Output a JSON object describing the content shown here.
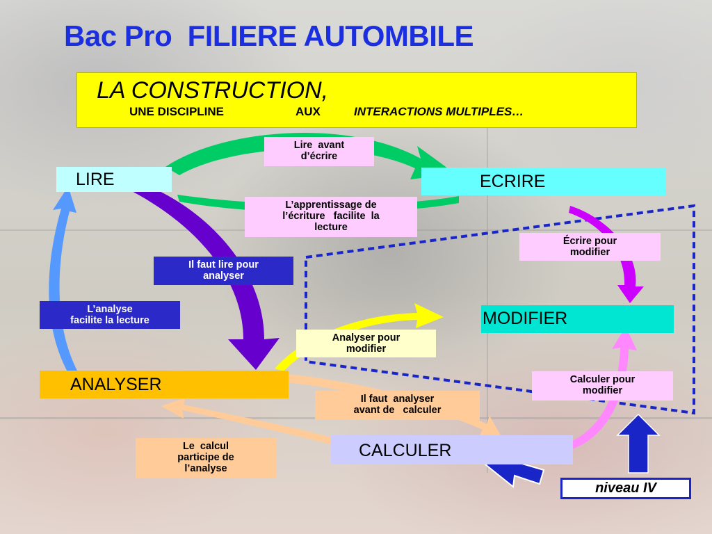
{
  "title": "Bac Pro  FILIERE AUTOMBILE",
  "banner": {
    "main": "LA CONSTRUCTION,",
    "sub1": "UNE DISCIPLINE",
    "sub2": "AUX",
    "sub3": "INTERACTIONS MULTIPLES…"
  },
  "nodes": {
    "lire": "LIRE",
    "ecrire": "ECRIRE",
    "modifier": "MODIFIER",
    "analyser": "ANALYSER",
    "calculer": "CALCULER"
  },
  "labels": {
    "lire_avant_ecrire": [
      "Lire  avant",
      "d’écrire"
    ],
    "apprentissage": [
      "L’apprentissage de",
      "l’écriture   facilite  la",
      "lecture"
    ],
    "ecrire_modifier": [
      "Écrire pour",
      "modifier"
    ],
    "lire_analyser": [
      "Il faut lire pour",
      "analyser"
    ],
    "analyse_lecture": [
      "L’analyse",
      "facilite la lecture"
    ],
    "analyser_modifier": [
      "Analyser pour",
      "modifier"
    ],
    "calculer_modifier": [
      "Calculer pour",
      "modifier"
    ],
    "analyser_calculer": [
      "Il faut  analyser",
      "avant de   calculer"
    ],
    "calcul_analyse": [
      "Le  calcul",
      "participe de",
      "l’analyse"
    ]
  },
  "niveau": "niveau IV",
  "colors": {
    "title": "#1b2fe0",
    "banner": "#ffff00",
    "cyan_node": "#66ffff",
    "light_cyan_node": "#bfffff",
    "orange_node": "#ffc000",
    "lavender_node": "#ccccff",
    "pink_label": "#ffccff",
    "dark_blue_label": "#2b2ac8",
    "light_yellow_label": "#ffffcc",
    "peach_label": "#ffcc99",
    "green_arrow": "#00cc66",
    "purple_arrow": "#6600cc",
    "magenta_arrow": "#cc00ff",
    "yellow_arrow": "#ffff00",
    "blue_arrow": "#5599ff",
    "pink_arrow": "#ff88ff",
    "dashed_border": "#1a25c8"
  }
}
